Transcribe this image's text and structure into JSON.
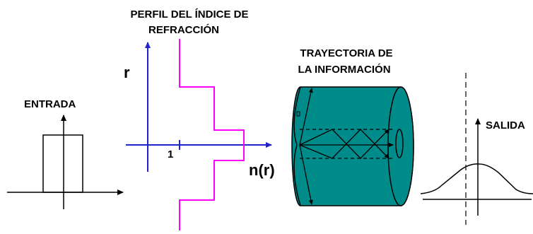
{
  "diagram": {
    "input": {
      "label": "ENTRADA"
    },
    "profile": {
      "title_line1": "PERFIL DEL ÍNDICE DE",
      "title_line2": "REFRACCIÓN",
      "y_axis_label": "r",
      "x_axis_label": "n(r)",
      "tick_label": "1",
      "profile_color": "#ff00ff",
      "axis_color": "#2222cc"
    },
    "fiber": {
      "title_line1": "TRAYECTORIA  DE",
      "title_line2": "LA INFORMACIÓN",
      "core_color": "#008b8b"
    },
    "output": {
      "label": "SALIDA"
    }
  }
}
